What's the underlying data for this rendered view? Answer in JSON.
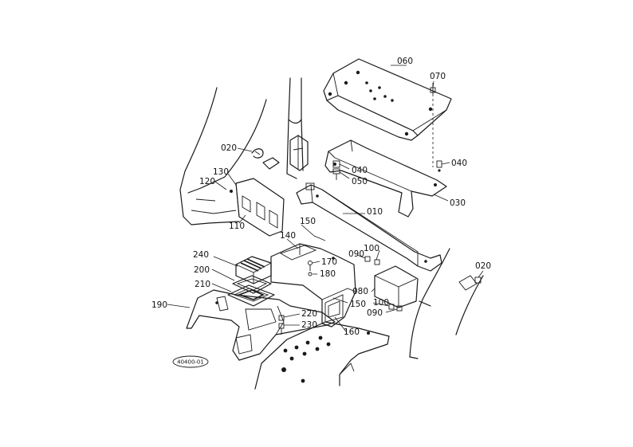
{
  "callouts": [
    {
      "id": "c060",
      "label": "060"
    },
    {
      "id": "c070",
      "label": "070"
    },
    {
      "id": "c020a",
      "label": "020"
    },
    {
      "id": "c040a",
      "label": "040"
    },
    {
      "id": "c050",
      "label": "050"
    },
    {
      "id": "c040b",
      "label": "040"
    },
    {
      "id": "c130",
      "label": "130"
    },
    {
      "id": "c120",
      "label": "120"
    },
    {
      "id": "c030",
      "label": "030"
    },
    {
      "id": "c010",
      "label": "010"
    },
    {
      "id": "c110",
      "label": "110"
    },
    {
      "id": "c150a",
      "label": "150"
    },
    {
      "id": "c140",
      "label": "140"
    },
    {
      "id": "c240",
      "label": "240"
    },
    {
      "id": "c170",
      "label": "170"
    },
    {
      "id": "c090a",
      "label": "090"
    },
    {
      "id": "c100a",
      "label": "100"
    },
    {
      "id": "c020b",
      "label": "020"
    },
    {
      "id": "c200",
      "label": "200"
    },
    {
      "id": "c180",
      "label": "180"
    },
    {
      "id": "c210",
      "label": "210"
    },
    {
      "id": "c080",
      "label": "080"
    },
    {
      "id": "c190",
      "label": "190"
    },
    {
      "id": "c150b",
      "label": "150"
    },
    {
      "id": "c100b",
      "label": "100"
    },
    {
      "id": "c090b",
      "label": "090"
    },
    {
      "id": "c220",
      "label": "220"
    },
    {
      "id": "c230",
      "label": "230"
    },
    {
      "id": "c160",
      "label": "160"
    }
  ],
  "drawing_code": "40400-01"
}
